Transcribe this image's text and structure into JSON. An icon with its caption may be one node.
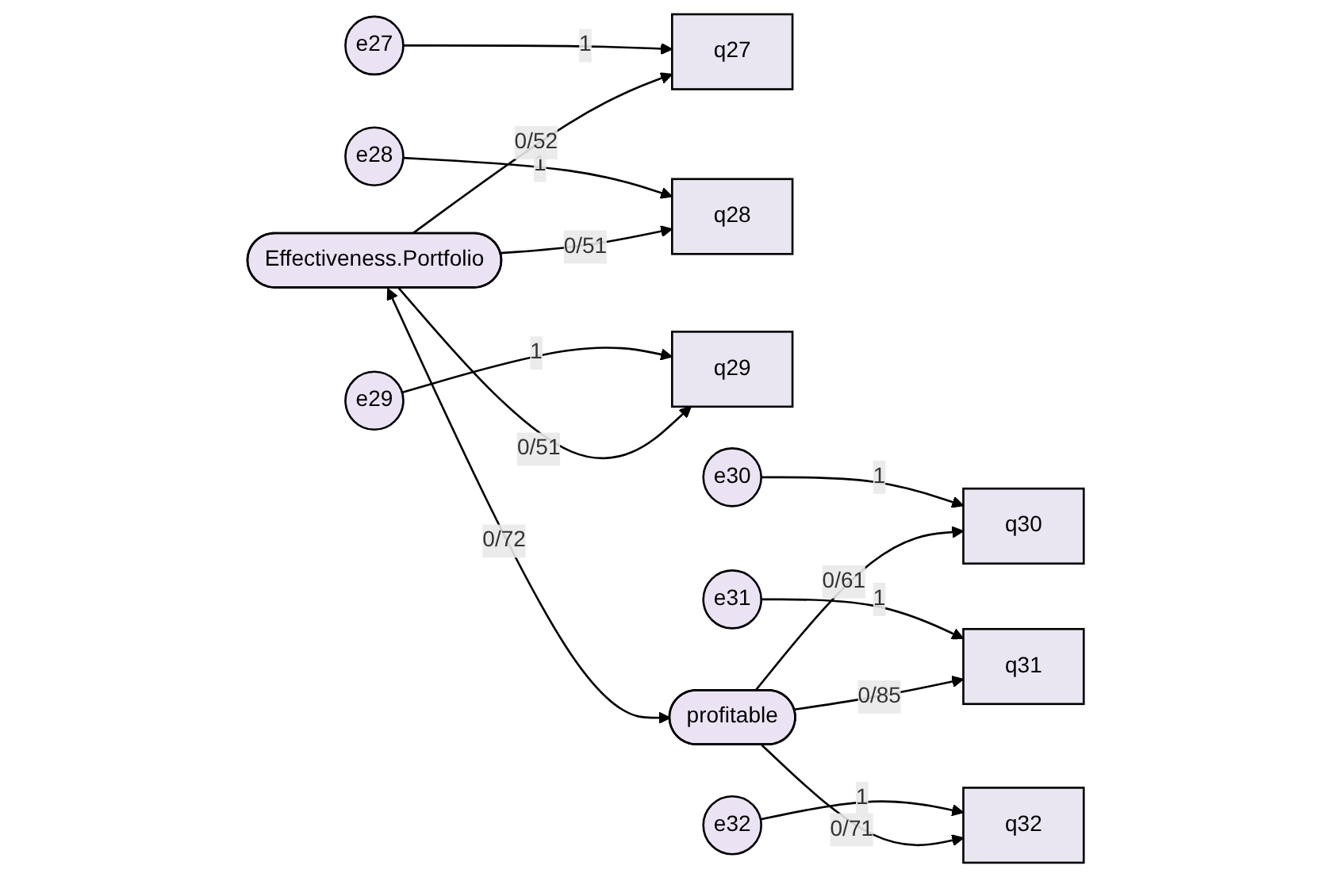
{
  "diagram": {
    "nodes": [
      {
        "text": [
          "e27"
        ]
      },
      {
        "text": [
          "e28"
        ]
      },
      {
        "text": [
          "e29"
        ]
      },
      {
        "text": [
          "e30"
        ]
      },
      {
        "text": [
          "e31"
        ]
      },
      {
        "text": [
          "e32"
        ]
      },
      {
        "text": [
          "q27"
        ]
      },
      {
        "text": [
          "q28"
        ]
      },
      {
        "text": [
          "q29"
        ]
      },
      {
        "text": [
          "q30"
        ]
      },
      {
        "text": [
          "q31"
        ]
      },
      {
        "text": [
          "q32"
        ]
      },
      {
        "text": [
          "Effectiveness.Portfolio"
        ]
      },
      {
        "text": [
          "profitable"
        ]
      }
    ],
    "edges": [
      {
        "from": 0,
        "to": 6,
        "arrow": "to",
        "label": "1"
      },
      {
        "from": 1,
        "to": 7,
        "arrow": "to",
        "label": "1"
      },
      {
        "from": 2,
        "to": 8,
        "arrow": "to",
        "label": "1"
      },
      {
        "from": 3,
        "to": 9,
        "arrow": "to",
        "label": "1"
      },
      {
        "from": 4,
        "to": 10,
        "arrow": "to",
        "label": "1"
      },
      {
        "from": 5,
        "to": 11,
        "arrow": "to",
        "label": "1"
      },
      {
        "from": 12,
        "to": 6,
        "arrow": "to",
        "label": "0/52"
      },
      {
        "from": 12,
        "to": 7,
        "arrow": "to",
        "label": "0/51"
      },
      {
        "from": 12,
        "to": 8,
        "arrow": "to",
        "label": "0/51"
      },
      {
        "from": 13,
        "to": 9,
        "arrow": "to",
        "label": "0/61"
      },
      {
        "from": 13,
        "to": 10,
        "arrow": "to",
        "label": "0/85"
      },
      {
        "from": 13,
        "to": 11,
        "arrow": "to",
        "label": "0/71"
      },
      {
        "from": 12,
        "to": 13,
        "arrow": "both",
        "label": "0/72"
      }
    ]
  }
}
